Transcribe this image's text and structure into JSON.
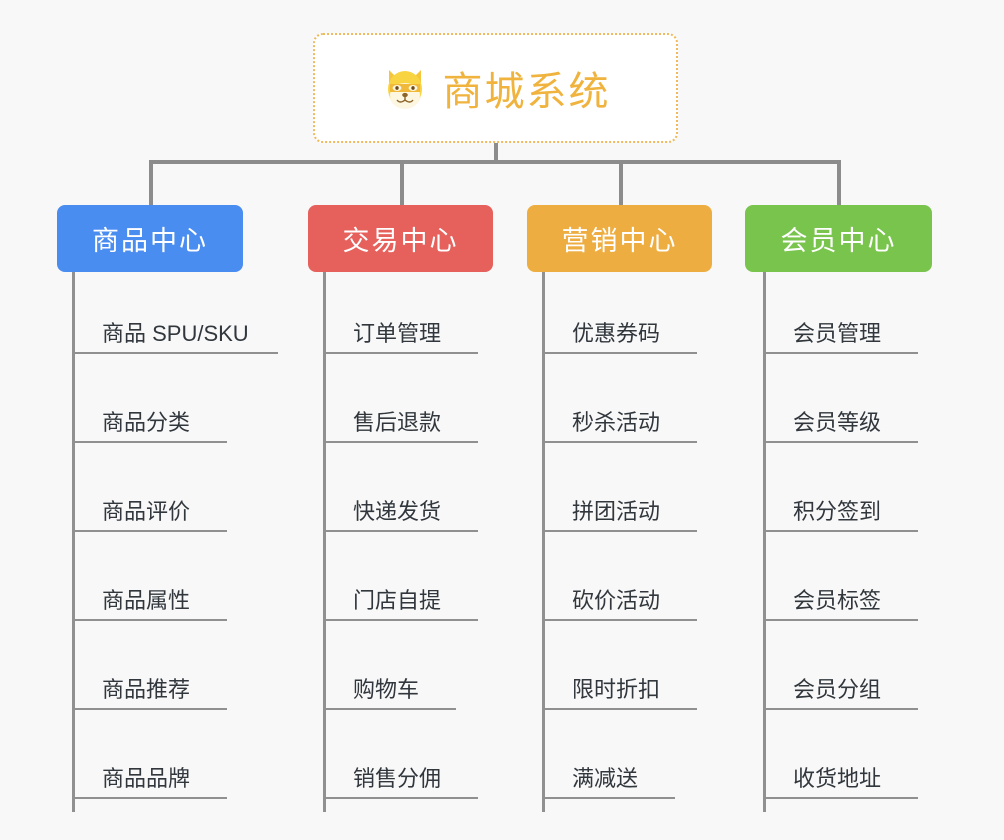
{
  "diagram": {
    "type": "org-chart",
    "background_color": "#f8f8f8",
    "root": {
      "title": "商城系统",
      "icon": "dog-face-icon",
      "text_color": "#efb33e",
      "border_color": "#f0b95c",
      "fill_color": "#ffffff"
    },
    "connector_color": "#8c8c8c",
    "columns": [
      {
        "key": "product",
        "label": "商品中心",
        "color": "#4a8df0",
        "items": [
          "商品 SPU/SKU",
          "商品分类",
          "商品评价",
          "商品属性",
          "商品推荐",
          "商品品牌"
        ]
      },
      {
        "key": "trade",
        "label": "交易中心",
        "color": "#e6605c",
        "items": [
          "订单管理",
          "售后退款",
          "快递发货",
          "门店自提",
          "购物车",
          "销售分佣"
        ]
      },
      {
        "key": "marketing",
        "label": "营销中心",
        "color": "#eead40",
        "items": [
          "优惠券码",
          "秒杀活动",
          "拼团活动",
          "砍价活动",
          "限时折扣",
          "满减送"
        ]
      },
      {
        "key": "member",
        "label": "会员中心",
        "color": "#79c44d",
        "items": [
          "会员管理",
          "会员等级",
          "积分签到",
          "会员标签",
          "会员分组",
          "收货地址"
        ]
      }
    ]
  }
}
